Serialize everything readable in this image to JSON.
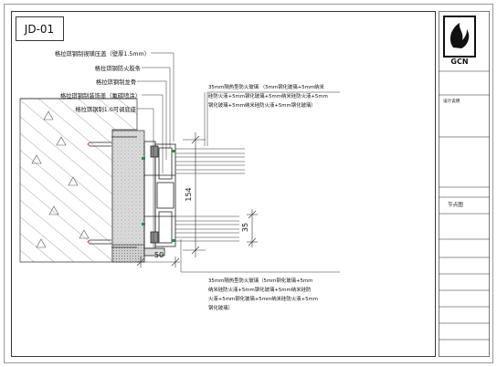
{
  "sheet": {
    "code": "JD-01",
    "notes": [
      "格拉琪钢制锲璜压盖（壁厚1.5mm）",
      "格拉琪钢防火胶条",
      "格拉琪钢制龙骨",
      "格拉琪钢制装饰盖（氟碳喷涂）",
      "格拉琪钢制1.0可调底座"
    ],
    "glass_top": [
      "35mm隔热型防火玻璃  （5mm钢化玻璃+5mm纳米",
      "硅防火液+5mm钢化玻璃+5mm纳米硅防火液+5mm",
      "钢化玻璃+5mm纳米硅防火液+5mm钢化玻璃）"
    ],
    "glass_bottom": [
      "35mm隔热型防火玻璃（5mm钢化玻璃+5mm",
      "纳米硅防火液+5mm钢化玻璃+5mm纳米硅防",
      "火液+5mm钢化玻璃+5mm纳米硅防火液+5mm",
      "钢化玻璃）"
    ],
    "dim_height": "154",
    "dim_glass": "35",
    "dim_width": "50"
  },
  "title_block": {
    "logo_text": "GCN",
    "design_label": "设计说明",
    "drawing_name": "节点图"
  },
  "colors": {
    "line": "#222222",
    "hatch": "#444444",
    "concrete_fill": "#dedede",
    "paper": "#ffffff"
  }
}
